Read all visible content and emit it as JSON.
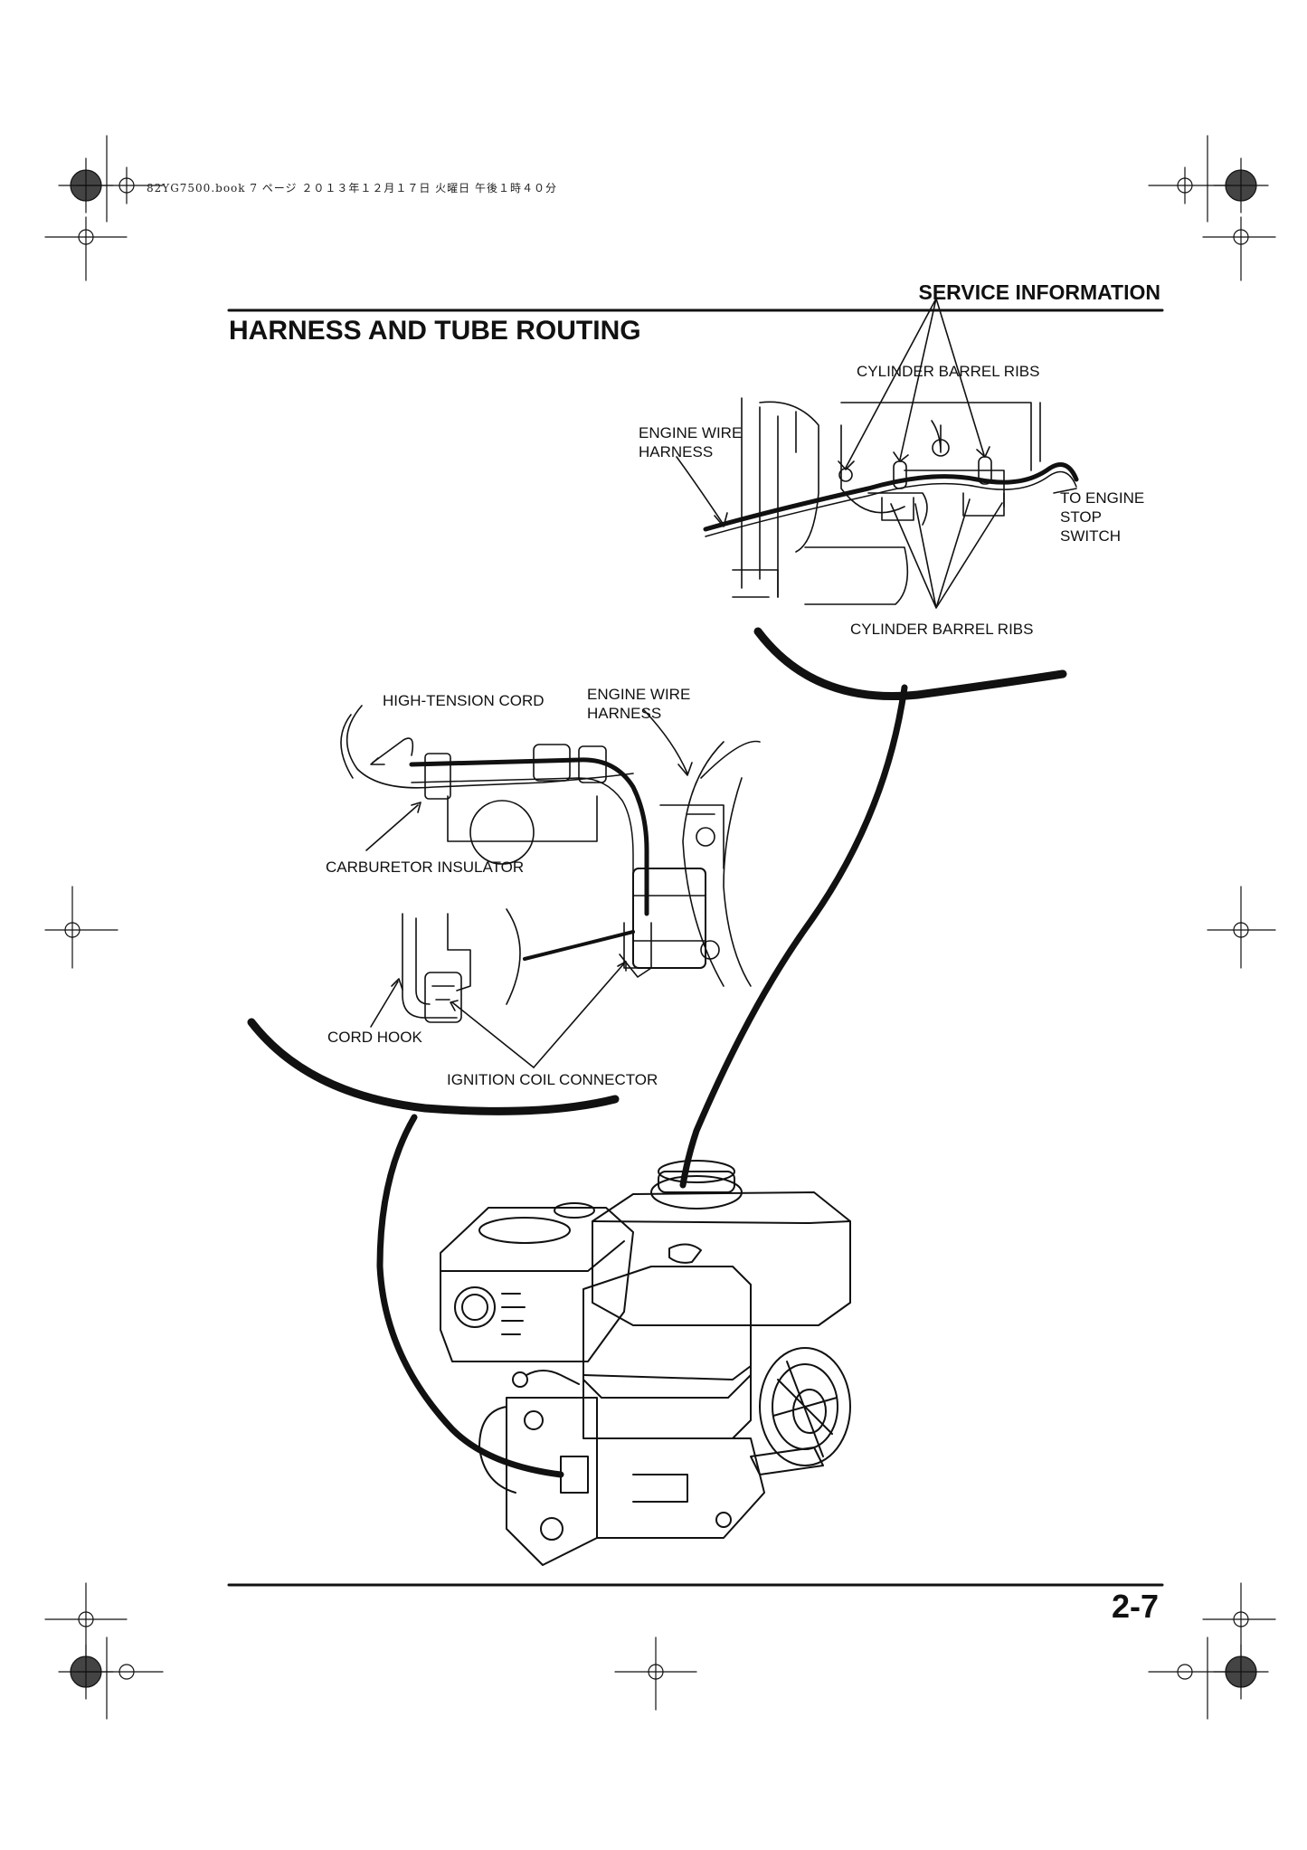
{
  "print_header": "82YG7500.book  7 ページ  ２０１３年１２月１７日  火曜日  午後１時４０分",
  "section_header": "SERVICE INFORMATION",
  "title": "HARNESS AND TUBE ROUTING",
  "page_number": "2-7",
  "callouts": {
    "cylinder_ribs_top": "CYLINDER BARREL RIBS",
    "engine_wire_harness_1_l1": "ENGINE WIRE",
    "engine_wire_harness_1_l2": "HARNESS",
    "to_engine_l1": "TO ENGINE",
    "to_engine_l2": "STOP",
    "to_engine_l3": "SWITCH",
    "cylinder_ribs_bottom": "CYLINDER BARREL RIBS",
    "high_tension_cord": "HIGH-TENSION CORD",
    "engine_wire_harness_2_l1": "ENGINE WIRE",
    "engine_wire_harness_2_l2": "HARNESS",
    "carburetor_insulator": "CARBURETOR INSULATOR",
    "cord_hook": "CORD HOOK",
    "ignition_coil_connector": "IGNITION COIL CONNECTOR"
  }
}
